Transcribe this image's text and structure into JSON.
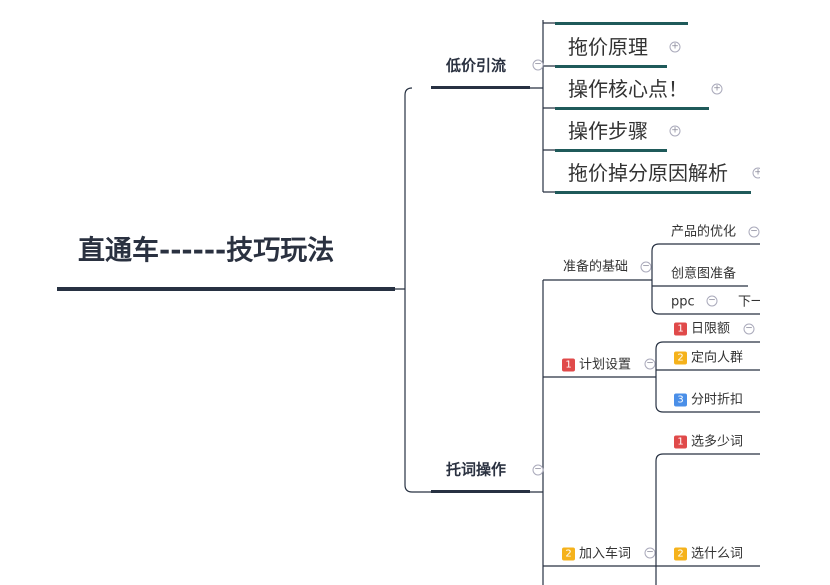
{
  "root": {
    "label": "直通车------技巧玩法"
  },
  "branches": [
    {
      "label": "低价引流",
      "toggle": "−",
      "children": [
        {
          "label": "拖价原理",
          "toggle": "+"
        },
        {
          "label": "操作核心点！",
          "toggle": "+"
        },
        {
          "label": "操作步骤",
          "toggle": "+"
        },
        {
          "label": "拖价掉分原因解析",
          "toggle": "+"
        }
      ]
    },
    {
      "label": "托词操作",
      "toggle": "−",
      "children": [
        {
          "label": "准备的基础",
          "toggle": "−",
          "children": [
            {
              "label": "产品的优化",
              "toggle": "−"
            },
            {
              "label": "创意图准备"
            },
            {
              "label": "ppc",
              "toggle": "−",
              "next": "下一"
            }
          ]
        },
        {
          "label": "计划设置",
          "badge": "1",
          "toggle": "−",
          "children": [
            {
              "label": "日限额",
              "badge": "1",
              "toggle": "−"
            },
            {
              "label": "定向人群",
              "badge": "2"
            },
            {
              "label": "分时折扣",
              "badge": "3"
            }
          ]
        },
        {
          "label": "加入车词",
          "badge": "2",
          "toggle": "−",
          "children": [
            {
              "label": "选多少词",
              "badge": "1"
            },
            {
              "label": "选什么词",
              "badge": "2"
            }
          ]
        }
      ]
    }
  ],
  "colors": {
    "dark": "#273142",
    "teal": "#1f5a5a",
    "badge1": "#e04a4a",
    "badge2": "#f5b21b",
    "badge3": "#4a8fe8"
  }
}
